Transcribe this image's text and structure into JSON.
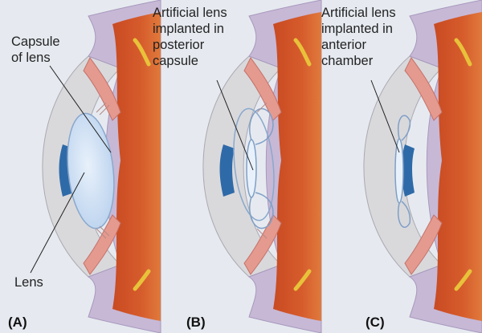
{
  "panels": [
    {
      "letter": "(A)",
      "labels": {
        "top": [
          "Capsule",
          "of lens"
        ],
        "bottom": "Lens"
      }
    },
    {
      "letter": "(B)",
      "labels": {
        "top": [
          "Artificial lens",
          "implanted in",
          "posterior",
          "capsule"
        ]
      }
    },
    {
      "letter": "(C)",
      "labels": {
        "top": [
          "Artificial lens",
          "implanted in",
          "anterior",
          "chamber"
        ]
      }
    }
  ],
  "colors": {
    "background": "#e6eaf0",
    "cornea": "#d9d9dc",
    "sclera": "#c7b8d6",
    "retina": "#d2582a",
    "ciliary": "#e59a8f",
    "iris": "#2f6aa8",
    "lens": "#cfe0f3"
  }
}
